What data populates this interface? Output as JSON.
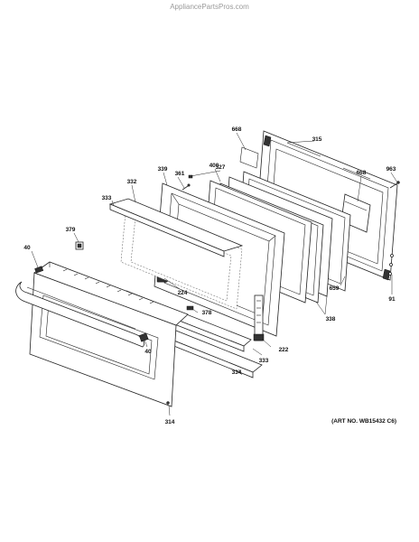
{
  "header": {
    "watermark": "AppliancePartsPros.com"
  },
  "footer": {
    "art_number": "(ART NO. WB15432 C6)"
  },
  "callouts": {
    "c668a": "668",
    "c315": "315",
    "c327": "327",
    "c400": "400",
    "c339": "339",
    "c361": "361",
    "c332": "332",
    "c963": "963",
    "c668b": "668",
    "c333a": "333",
    "c379": "379",
    "c40a": "40",
    "c659": "659",
    "c91": "91",
    "c224": "224",
    "c378": "378",
    "c338": "338",
    "c40b": "40",
    "c222": "222",
    "c333b": "333",
    "c334": "334",
    "c314": "314"
  },
  "colors": {
    "line": "#222222",
    "label": "#111111",
    "watermark": "#9a9a9a",
    "background": "#ffffff"
  }
}
